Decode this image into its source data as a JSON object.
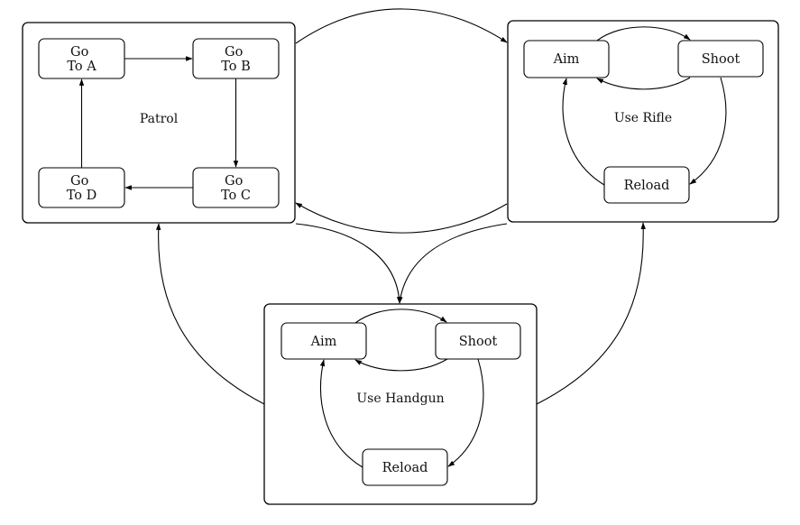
{
  "groups": {
    "patrol": {
      "label": "Patrol",
      "states": {
        "go_a": [
          "Go",
          "To A"
        ],
        "go_b": [
          "Go",
          "To B"
        ],
        "go_c": [
          "Go",
          "To C"
        ],
        "go_d": [
          "Go",
          "To D"
        ]
      }
    },
    "rifle": {
      "label": "Use Rifle",
      "states": {
        "aim": "Aim",
        "shoot": "Shoot",
        "reload": "Reload"
      }
    },
    "handgun": {
      "label": "Use Handgun",
      "states": {
        "aim": "Aim",
        "shoot": "Shoot",
        "reload": "Reload"
      }
    }
  }
}
